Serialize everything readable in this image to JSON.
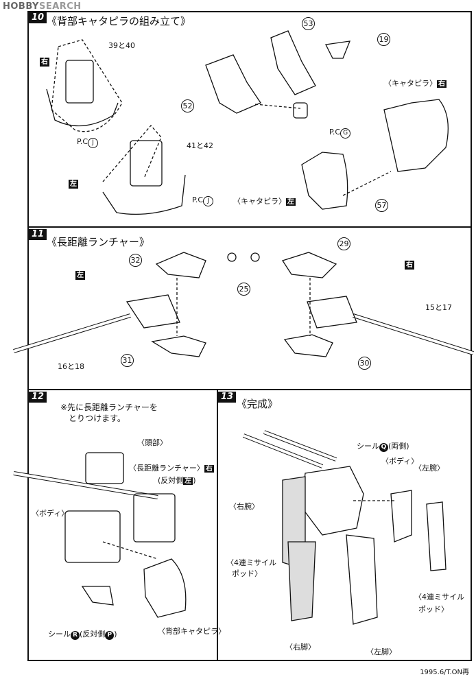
{
  "watermark": {
    "text1": "HOBBY",
    "text2": "SEARCH"
  },
  "step10": {
    "num": "10",
    "title": "《背部キャタピラの組み立て》",
    "side_right": "右",
    "side_left": "左",
    "part_39_40": "39と40",
    "part_41_42": "41と42",
    "pc_j_1": "P.C",
    "pc_j_1_letter": "J",
    "pc_j_2": "P.C",
    "pc_j_2_letter": "J",
    "pc_g": "P.C",
    "pc_g_letter": "G",
    "part_53": "53",
    "part_19": "19",
    "part_52": "52",
    "part_57": "57",
    "cat_right": "〈キャタピラ〉",
    "cat_right_box": "右",
    "cat_left": "〈キャタピラ〉",
    "cat_left_box": "左"
  },
  "step11": {
    "num": "11",
    "title": "《長距離ランチャー》",
    "side_left": "左",
    "side_right": "右",
    "part_32": "32",
    "part_29": "29",
    "part_25": "25",
    "part_15_17": "15と17",
    "part_16_18": "16と18",
    "part_31": "31",
    "part_30": "30"
  },
  "step12": {
    "num": "12",
    "note_line1": "※先に長距離ランチャーを",
    "note_line2": "とりつけます。",
    "head": "〈頭部〉",
    "launcher": "〈長距離ランチャー〉",
    "launcher_box": "右",
    "opposite": "(反対側",
    "opposite_box": "左",
    "opposite_close": ")",
    "body": "〈ボディ〉",
    "back_cat": "〈背部キャタピラ〉",
    "seal": "シール",
    "seal_r": "R",
    "seal_opp": "(反対側",
    "seal_p": "P",
    "seal_close": ")"
  },
  "step13": {
    "num": "13",
    "title": "《完成》",
    "seal": "シール",
    "seal_q": "Q",
    "seal_both": "(両側)",
    "body": "〈ボディ〉",
    "left_arm": "〈左腕〉",
    "right_arm": "〈右腕〉",
    "missile_l1": "〈4連ミサイル",
    "missile_l2": "ポッド〉",
    "missile_r1": "〈4連ミサイル",
    "missile_r2": "ポッド〉",
    "right_leg": "〈右脚〉",
    "left_leg": "〈左脚〉"
  },
  "footer": "1995.6/T.ON再"
}
